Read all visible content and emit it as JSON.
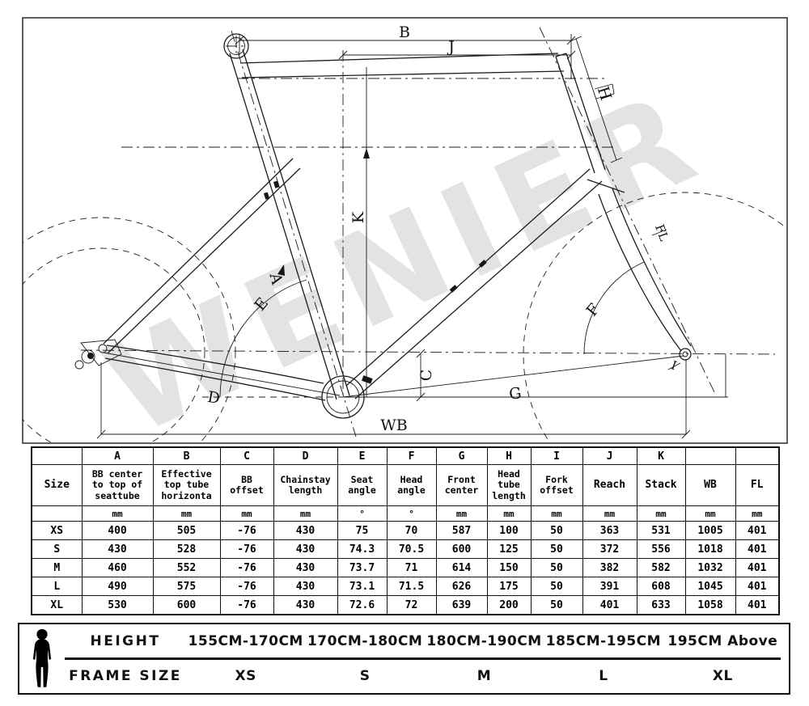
{
  "watermark": "WENIER",
  "diagram": {
    "labels": {
      "B": "B",
      "J": "J",
      "H": "H",
      "K": "K",
      "A": "A",
      "E": "E",
      "F": "F",
      "FL": "FL",
      "C": "C",
      "D": "D",
      "G": "G",
      "I": "I",
      "WB": "WB"
    }
  },
  "geometry_table": {
    "cols": [
      {
        "k": "",
        "n": "Size",
        "u": ""
      },
      {
        "k": "A",
        "n": "BB center to top of seattube",
        "u": "mm"
      },
      {
        "k": "B",
        "n": "Effective top tube horizonta",
        "u": "mm"
      },
      {
        "k": "C",
        "n": "BB offset",
        "u": "mm"
      },
      {
        "k": "D",
        "n": "Chainstay length",
        "u": "mm"
      },
      {
        "k": "E",
        "n": "Seat angle",
        "u": "°"
      },
      {
        "k": "F",
        "n": "Head angle",
        "u": "°"
      },
      {
        "k": "G",
        "n": "Front center",
        "u": "mm"
      },
      {
        "k": "H",
        "n": "Head tube length",
        "u": "mm"
      },
      {
        "k": "I",
        "n": "Fork offset",
        "u": "mm"
      },
      {
        "k": "J",
        "n": "Reach",
        "u": "mm"
      },
      {
        "k": "K",
        "n": "Stack",
        "u": "mm"
      },
      {
        "k": "",
        "n": "WB",
        "u": "mm"
      },
      {
        "k": "",
        "n": "FL",
        "u": "mm"
      }
    ],
    "rows": [
      {
        "size": "XS",
        "v": [
          "400",
          "505",
          "-76",
          "430",
          "75",
          "70",
          "587",
          "100",
          "50",
          "363",
          "531",
          "1005",
          "401"
        ]
      },
      {
        "size": "S",
        "v": [
          "430",
          "528",
          "-76",
          "430",
          "74.3",
          "70.5",
          "600",
          "125",
          "50",
          "372",
          "556",
          "1018",
          "401"
        ]
      },
      {
        "size": "M",
        "v": [
          "460",
          "552",
          "-76",
          "430",
          "73.7",
          "71",
          "614",
          "150",
          "50",
          "382",
          "582",
          "1032",
          "401"
        ]
      },
      {
        "size": "L",
        "v": [
          "490",
          "575",
          "-76",
          "430",
          "73.1",
          "71.5",
          "626",
          "175",
          "50",
          "391",
          "608",
          "1045",
          "401"
        ]
      },
      {
        "size": "XL",
        "v": [
          "530",
          "600",
          "-76",
          "430",
          "72.6",
          "72",
          "639",
          "200",
          "50",
          "401",
          "633",
          "1058",
          "401"
        ]
      }
    ]
  },
  "size_guide": {
    "height_label": "HEIGHT",
    "frame_label": "FRAME SIZE",
    "entries": [
      {
        "height": "155CM-170CM",
        "size": "XS"
      },
      {
        "height": "170CM-180CM",
        "size": "S"
      },
      {
        "height": "180CM-190CM",
        "size": "M"
      },
      {
        "height": "185CM-195CM",
        "size": "L"
      },
      {
        "height": "195CM Above",
        "size": "XL"
      }
    ]
  }
}
